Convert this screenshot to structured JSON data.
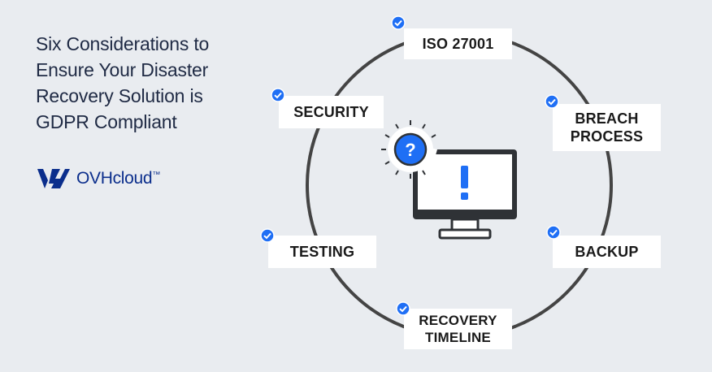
{
  "headline": [
    "Six Considerations to",
    "Ensure Your Disaster",
    "Recovery Solution is",
    "GDPR Compliant"
  ],
  "brand": {
    "name": "OVHcloud",
    "tm": "™"
  },
  "considerations": [
    {
      "lines": [
        "ISO 27001"
      ]
    },
    {
      "lines": [
        "BREACH",
        "PROCESS"
      ]
    },
    {
      "lines": [
        "BACKUP"
      ]
    },
    {
      "lines": [
        "RECOVERY",
        "TIMELINE"
      ]
    },
    {
      "lines": [
        "TESTING"
      ]
    },
    {
      "lines": [
        "SECURITY"
      ]
    }
  ],
  "center_icons": {
    "monitor": "monitor-icon",
    "alert": "exclamation-icon",
    "question": "question-badge-icon",
    "check": "check-circle-icon"
  },
  "colors": {
    "background": "#e9ecf0",
    "accent": "#1f6ff5",
    "ring": "#444444",
    "brand": "#0b2e8c",
    "text": "#1f2a44"
  }
}
